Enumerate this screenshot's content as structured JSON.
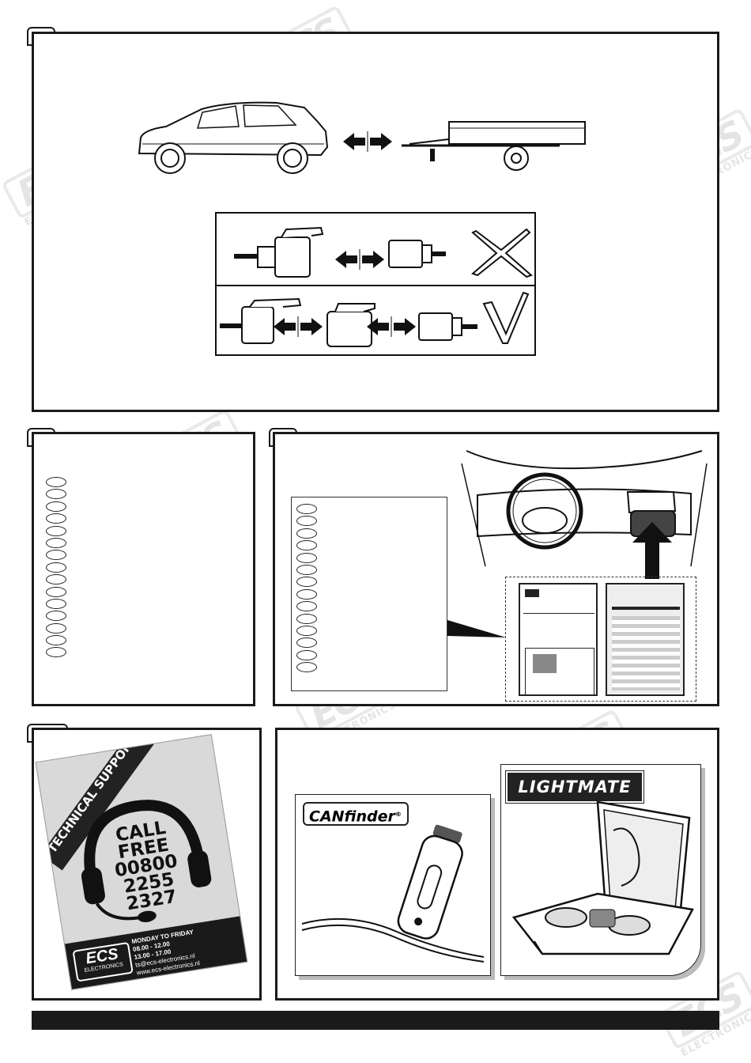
{
  "poster": {
    "banner": "TECHNICAL SUPPORT",
    "call_lines": [
      "CALL",
      "FREE",
      "00800",
      "2255",
      "2327"
    ],
    "hours_title": "MONDAY TO FRIDAY",
    "hours": [
      "08.00 - 12.00",
      "13.00 - 17.00"
    ],
    "email": "ts@ecs-electronics.nl",
    "website": "www.ecs-electronics.nl",
    "logo_text": "ECS",
    "logo_subtext": "ELECTRONICS"
  },
  "products": {
    "canfinder_brand": "CANfinder",
    "canfinder_mark": "®",
    "lightmate_brand": "LIGHTMATE"
  },
  "watermark": {
    "text": "ECS",
    "subtext": "ELECTRONICS"
  },
  "colors": {
    "frame": "#1a1a1a",
    "poster_bg": "#d9d9d9",
    "watermark": "#cfcfcf"
  }
}
